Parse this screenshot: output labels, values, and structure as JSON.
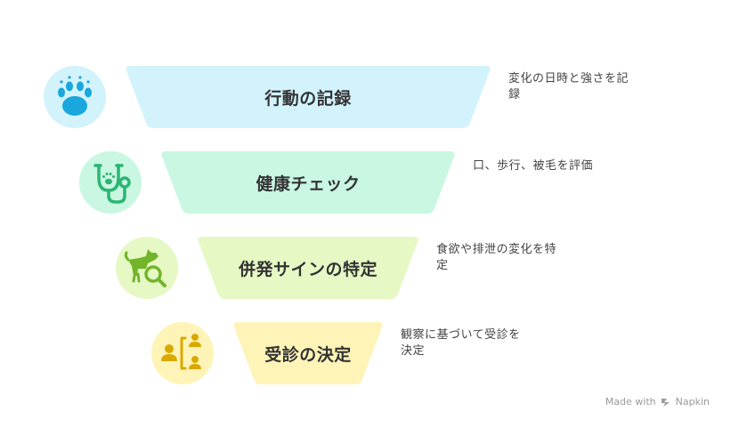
{
  "stages": [
    {
      "title": "行動の記録",
      "desc_line1": "変化の日時と強さを記",
      "desc_line2": "録",
      "band_color": "#d2f3fc",
      "circle_color": "#d2f3fc",
      "icon_color": "#1aa7dd",
      "icon": "paw-icon"
    },
    {
      "title": "健康チェック",
      "desc_line1": "口、歩行、被毛を評価",
      "desc_line2": "",
      "band_color": "#c9f7e2",
      "circle_color": "#c9f7e2",
      "icon_color": "#2bb673",
      "icon": "stethoscope-icon"
    },
    {
      "title": "併発サインの特定",
      "desc_line1": "食欲や排泄の変化を特",
      "desc_line2": "定",
      "band_color": "#e6f8c4",
      "circle_color": "#e6f8c4",
      "icon_color": "#72b52a",
      "icon": "dog-magnifier-icon"
    },
    {
      "title": "受診の決定",
      "desc_line1": "観察に基づいて受診を",
      "desc_line2": "決定",
      "band_color": "#fff4b8",
      "circle_color": "#fff4b8",
      "icon_color": "#d9a900",
      "icon": "people-decision-icon"
    }
  ],
  "footer": {
    "made_with": "Made with",
    "brand": "Napkin",
    "brand_icon": "napkin-logo-icon"
  }
}
